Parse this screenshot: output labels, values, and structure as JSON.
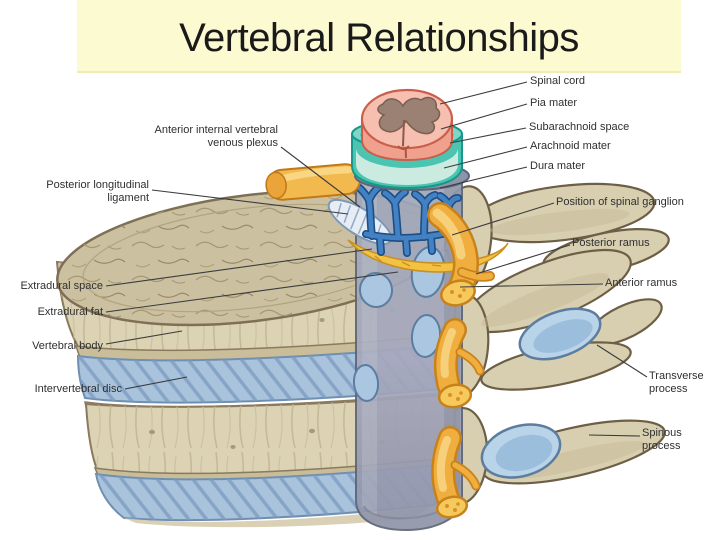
{
  "title": "Vertebral Relationships",
  "colors": {
    "banner": "#FCFAD1",
    "bone_face": "#DCD2B4",
    "bone_top": "#CBC1A1",
    "bone_lip": "#CABD9A",
    "disc": "#A9C3DD",
    "dura_column": "#A6A8BD",
    "teal_arachnoid": "#4CC4B2",
    "cord_pink": "#F6BFB0",
    "gray_matter": "#9B8174",
    "nerve_orange": "#F0AE3F",
    "vessel_blue": "#4181C4",
    "extradural_fat_yellow": "#F4C242",
    "facet_blue": "#B9D3E9",
    "leader_line": "#3C3C3C",
    "label_text": "#2F2F2F"
  },
  "labels": {
    "right": [
      {
        "text": "Spinal cord"
      },
      {
        "text": "Pia mater"
      },
      {
        "text": "Subarachnoid space"
      },
      {
        "text": "Arachnoid mater"
      },
      {
        "text": "Dura mater"
      },
      {
        "text": "Position of spinal ganglion"
      },
      {
        "text": "Posterior ramus"
      },
      {
        "text": "Anterior ramus"
      },
      {
        "text": "Transverse process"
      },
      {
        "text": "Spinous process"
      }
    ],
    "left": [
      {
        "text": "Anterior internal vertebral venous plexus"
      },
      {
        "text": "Posterior longitudinal ligament"
      },
      {
        "text": "Extradural space"
      },
      {
        "text": "Extradural fat"
      },
      {
        "text": "Vertebral body"
      },
      {
        "text": "Intervertebral disc"
      }
    ]
  }
}
